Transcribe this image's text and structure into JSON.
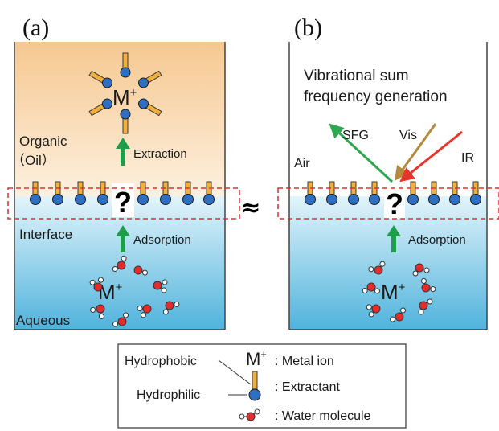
{
  "panels": {
    "a": {
      "label": "(a)",
      "organic": "Organic",
      "oil": "（Oil）",
      "interface": "Interface",
      "aqueous": "Aqueous",
      "metal_ion_top": "M",
      "metal_ion_top_sup": "+",
      "metal_ion_bottom": "M",
      "metal_ion_bottom_sup": "+",
      "extraction": "Extraction",
      "adsorption": "Adsorption",
      "question": "?"
    },
    "b": {
      "label": "(b)",
      "title_line1": "Vibrational sum",
      "title_line2": "frequency generation",
      "sfg": "SFG",
      "vis": "Vis",
      "ir": "IR",
      "air": "Air",
      "metal_ion": "M",
      "metal_ion_sup": "+",
      "adsorption": "Adsorption",
      "question": "?"
    }
  },
  "approx_symbol": "≈",
  "legend": {
    "hydrophobic": "Hydrophobic",
    "hydrophilic": "Hydrophilic",
    "metal_symbol": "M",
    "metal_sup": "+",
    "metal_text": ": Metal ion",
    "extractant_text": ": Extractant",
    "water_text": ": Water molecule"
  },
  "colors": {
    "organic_top": "#f6c890",
    "organic_bottom": "#fdf0df",
    "aqueous_top": "#dff2fa",
    "aqueous_bottom": "#4fb3dc",
    "tail": "#f2b03a",
    "head": "#2f6fc1",
    "oxygen": "#e52b2b",
    "arrow_green": "#1f9e4a",
    "sfg_beam": "#2ea84e",
    "vis_beam": "#b58a3a",
    "ir_beam": "#e8352a",
    "dash": "#e0302e"
  }
}
